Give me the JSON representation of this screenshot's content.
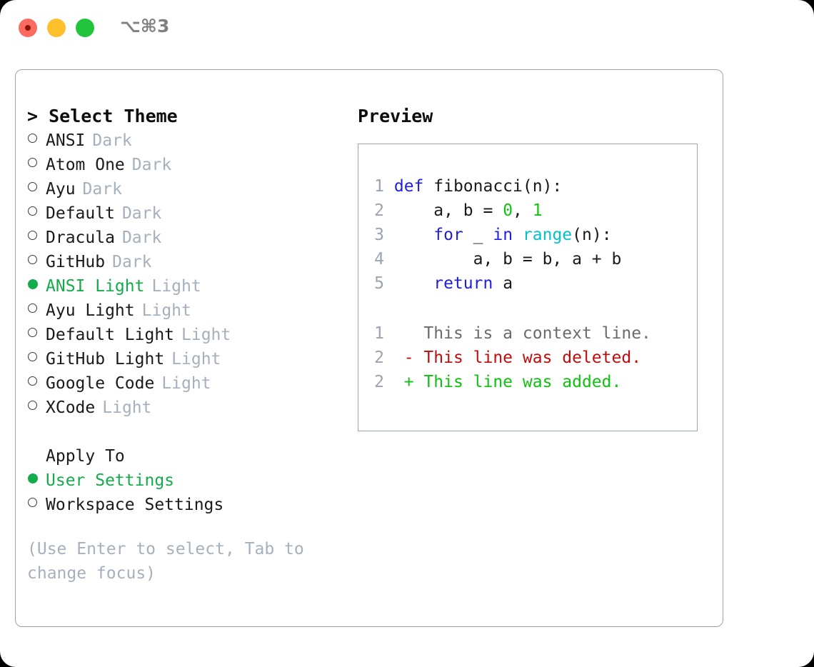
{
  "window": {
    "title_shortcut": "⌥⌘3",
    "traffic_lights": [
      "close-button",
      "minimize-button",
      "maximize-button"
    ]
  },
  "left_pane": {
    "heading": "> Select Theme",
    "themes": [
      {
        "marker": "circle-open",
        "name": "ANSI",
        "badge": "Dark",
        "selected": false
      },
      {
        "marker": "circle-open",
        "name": "Atom One",
        "badge": "Dark",
        "selected": false
      },
      {
        "marker": "circle-open",
        "name": "Ayu",
        "badge": "Dark",
        "selected": false
      },
      {
        "marker": "circle-open",
        "name": "Default",
        "badge": "Dark",
        "selected": false
      },
      {
        "marker": "circle-open",
        "name": "Dracula",
        "badge": "Dark",
        "selected": false
      },
      {
        "marker": "circle-open",
        "name": "GitHub",
        "badge": "Dark",
        "selected": false
      },
      {
        "marker": "circle-filled",
        "name": "ANSI Light",
        "badge": "Light",
        "selected": true
      },
      {
        "marker": "circle-open",
        "name": "Ayu Light",
        "badge": "Light",
        "selected": false
      },
      {
        "marker": "circle-open",
        "name": "Default Light",
        "badge": "Light",
        "selected": false
      },
      {
        "marker": "circle-open",
        "name": "GitHub Light",
        "badge": "Light",
        "selected": false
      },
      {
        "marker": "circle-open",
        "name": "Google Code",
        "badge": "Light",
        "selected": false
      },
      {
        "marker": "circle-open",
        "name": "XCode",
        "badge": "Light",
        "selected": false
      }
    ],
    "apply_to_heading": "Apply To",
    "apply_to_options": [
      {
        "marker": "circle-filled",
        "name": "User Settings",
        "selected": true
      },
      {
        "marker": "circle-open",
        "name": "Workspace Settings",
        "selected": false
      }
    ],
    "hint": "(Use Enter to select, Tab to change focus)"
  },
  "right_pane": {
    "heading": "Preview",
    "code_lines": [
      {
        "num": "1",
        "tokens": [
          {
            "text": "def",
            "kind": "kw"
          },
          {
            "text": " fibonacci(n):",
            "kind": "plain"
          }
        ]
      },
      {
        "num": "2",
        "tokens": [
          {
            "text": "    a, b = ",
            "kind": "plain"
          },
          {
            "text": "0",
            "kind": "num"
          },
          {
            "text": ", ",
            "kind": "plain"
          },
          {
            "text": "1",
            "kind": "num"
          }
        ]
      },
      {
        "num": "3",
        "tokens": [
          {
            "text": "    ",
            "kind": "plain"
          },
          {
            "text": "for",
            "kind": "kw"
          },
          {
            "text": " _ ",
            "kind": "plain"
          },
          {
            "text": "in",
            "kind": "kw"
          },
          {
            "text": " ",
            "kind": "plain"
          },
          {
            "text": "range",
            "kind": "fn"
          },
          {
            "text": "(n):",
            "kind": "plain"
          }
        ]
      },
      {
        "num": "4",
        "tokens": [
          {
            "text": "        a, b = b, a + b",
            "kind": "plain"
          }
        ]
      },
      {
        "num": "5",
        "tokens": [
          {
            "text": "    ",
            "kind": "plain"
          },
          {
            "text": "return",
            "kind": "kw"
          },
          {
            "text": " a",
            "kind": "plain"
          }
        ]
      }
    ],
    "diff_lines": [
      {
        "num": "1",
        "sign": "  ",
        "text": "This is a context line.",
        "kind": "ctx"
      },
      {
        "num": "2",
        "sign": "- ",
        "text": "This line was deleted.",
        "kind": "del"
      },
      {
        "num": "2",
        "sign": "+ ",
        "text": "This line was added.",
        "kind": "add"
      }
    ]
  },
  "colors": {
    "accent_green": "#14ab4a",
    "muted": "#a6b0bd",
    "border": "#9aa4b2",
    "keyword_blue": "#1f1fdc",
    "function_cyan": "#00c2cc",
    "number_green": "#14c214",
    "diff_delete_red": "#c00c0c",
    "diff_add_green": "#10c010",
    "light_red": "#fd6a60",
    "light_yellow": "#ffc02e",
    "light_green": "#21c53c"
  }
}
